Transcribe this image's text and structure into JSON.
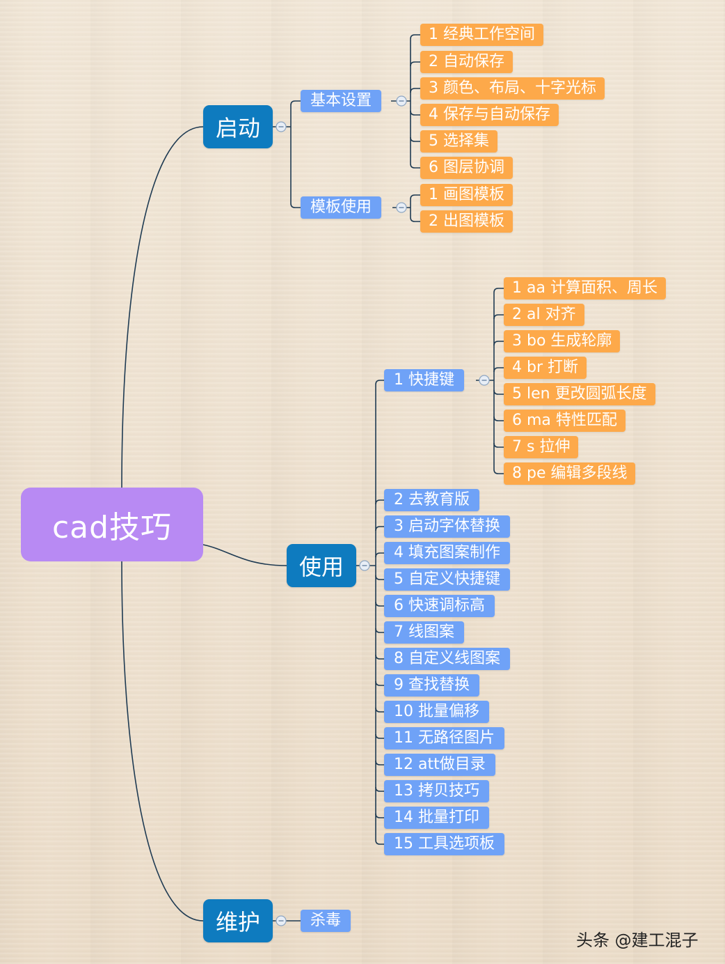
{
  "root": "cad技巧",
  "branches": {
    "qidong": {
      "label": "启动",
      "subs": {
        "jiben": {
          "label": "基本设置",
          "items": [
            "1 经典工作空间",
            "2 自动保存",
            "3 颜色、布局、十字光标",
            "4 保存与自动保存",
            "5 选择集",
            "6 图层协调"
          ]
        },
        "muban": {
          "label": "模板使用",
          "items": [
            "1 画图模板",
            "2 出图模板"
          ]
        }
      }
    },
    "shiyong": {
      "label": "使用",
      "kuaijie": {
        "label": "1 快捷键",
        "items": [
          "1 aa 计算面积、周长",
          "2 al 对齐",
          "3 bo 生成轮廓",
          "4 br 打断",
          "5 len 更改圆弧长度",
          "6 ma 特性匹配",
          "7 s 拉伸",
          "8 pe 编辑多段线"
        ]
      },
      "items": [
        "2 去教育版",
        "3 启动字体替换",
        "4 填充图案制作",
        "5 自定义快捷键",
        "6 快速调标高",
        "7 线图案",
        "8 自定义线图案",
        "9 查找替换",
        "10 批量偏移",
        "11 无路径图片",
        "12 att做目录",
        "13 拷贝技巧",
        "14 批量打印",
        "15 工具选项板"
      ]
    },
    "weihu": {
      "label": "维护",
      "items": [
        "杀毒"
      ]
    }
  },
  "watermark": "头条 @建工混子",
  "colors": {
    "root": "#b88af3",
    "main": "#0e7bbf",
    "sub": "#6fa2f7",
    "leaf": "#fda94a",
    "line": "#1e3a52",
    "background": "#efe3d2"
  }
}
